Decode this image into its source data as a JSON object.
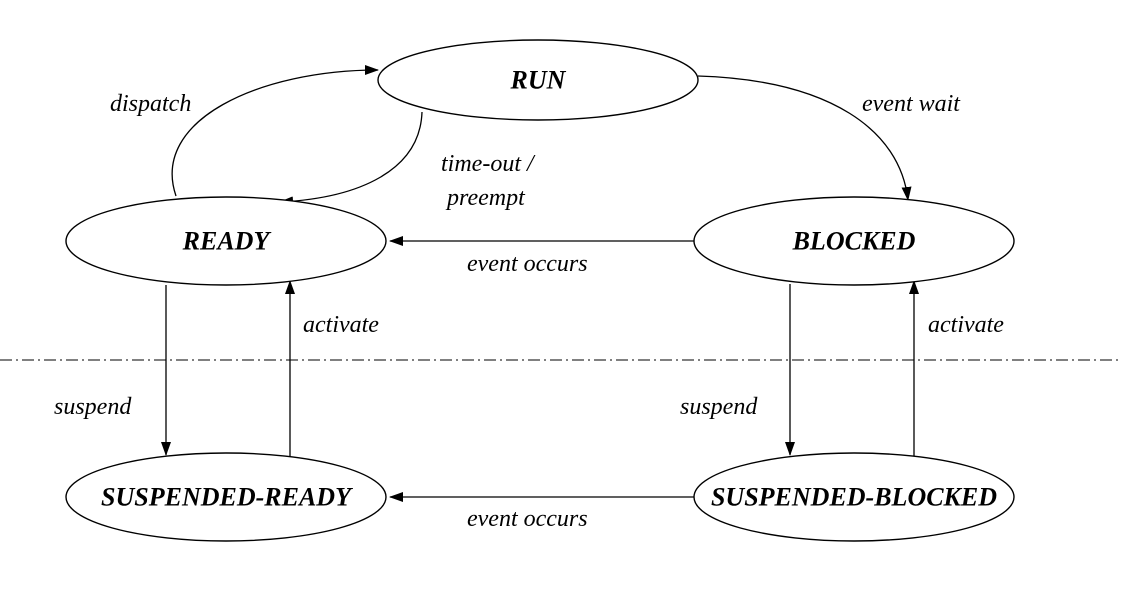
{
  "states": {
    "run": "RUN",
    "ready": "READY",
    "blocked": "BLOCKED",
    "suspended_ready": "SUSPENDED-READY",
    "suspended_blocked": "SUSPENDED-BLOCKED"
  },
  "transitions": {
    "dispatch": "dispatch",
    "event_wait": "event wait",
    "timeout_line1": "time-out /",
    "timeout_line2": "preempt",
    "event_occurs_top": "event occurs",
    "activate_left": "activate",
    "activate_right": "activate",
    "suspend_left": "suspend",
    "suspend_right": "suspend",
    "event_occurs_bottom": "event occurs"
  }
}
